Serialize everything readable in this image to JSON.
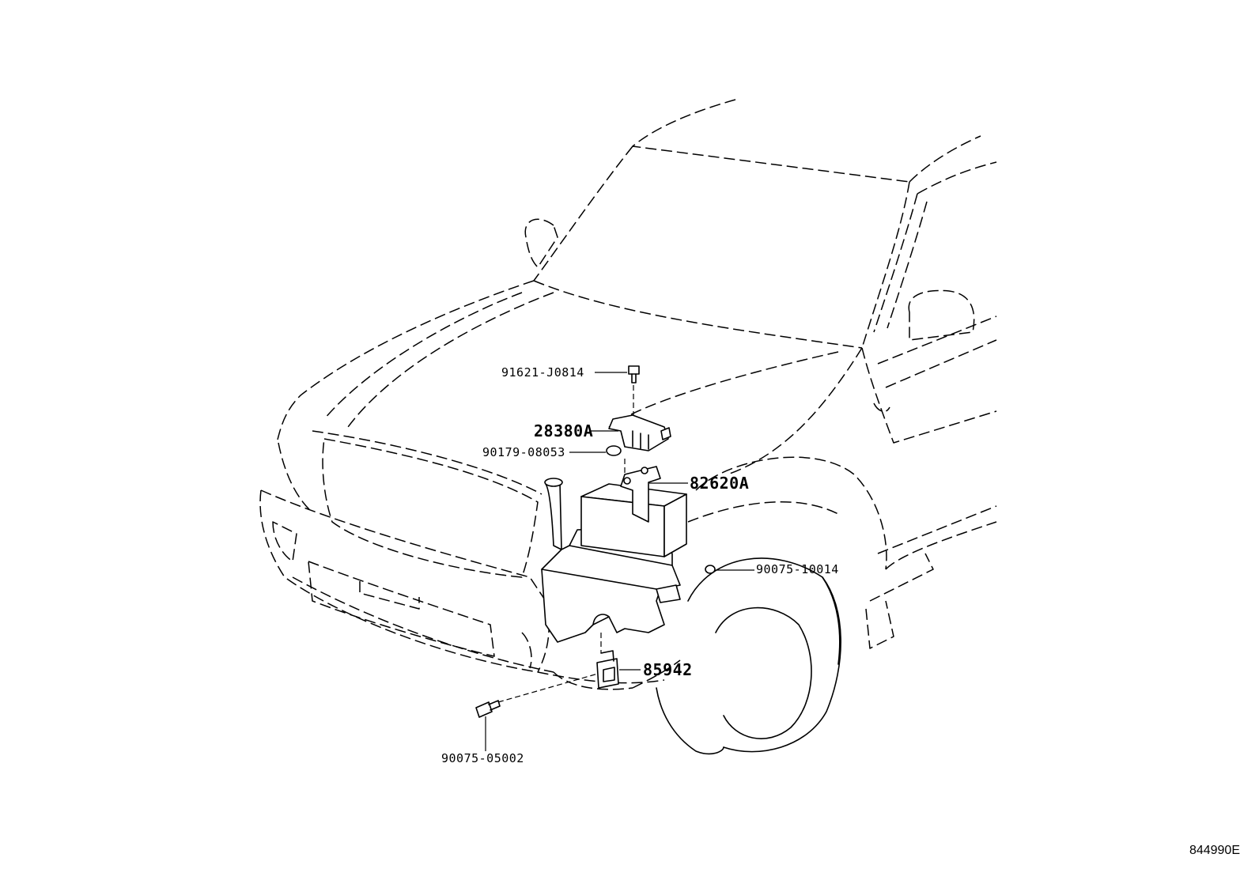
{
  "diagram": {
    "callouts": {
      "bolt_top": "91621-J0814",
      "sensor": "28380A",
      "washer": "90179-08053",
      "bracket": "82620A",
      "nut_right": "90075-10014",
      "clip": "85942",
      "bolt_bottom": "90075-05002"
    },
    "reference_code": "844990E"
  }
}
